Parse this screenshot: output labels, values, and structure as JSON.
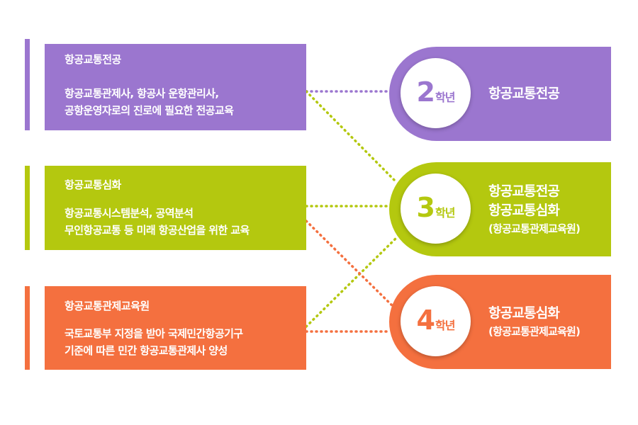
{
  "colors": {
    "purple": "#9b76cf",
    "green": "#b4c80f",
    "orange": "#f4703f"
  },
  "tracks": [
    {
      "title": "항공교통전공",
      "desc": [
        "항공교통관제사, 항공사 운항관리사,",
        "공항운영자로의 진로에 필요한 전공교육"
      ]
    },
    {
      "title": "항공교통심화",
      "desc": [
        "항공교통시스템분석, 공역분석",
        "무인항공교통 등 미래 항공산업을 위한 교육"
      ]
    },
    {
      "title": "항공교통관제교육원",
      "desc": [
        "국토교통부 지정을 받아 국제민간항공기구",
        "기준에 따른 민간 항공교통관제사 양성"
      ]
    }
  ],
  "years": [
    {
      "num": "2",
      "unit": "학년",
      "lines": [
        "항공교통전공"
      ],
      "sub": ""
    },
    {
      "num": "3",
      "unit": "학년",
      "lines": [
        "항공교통전공",
        "항공교통심화"
      ],
      "sub": "(항공교통관제교육원)"
    },
    {
      "num": "4",
      "unit": "학년",
      "lines": [
        "항공교통심화"
      ],
      "sub": "(항공교통관제교육원)"
    }
  ]
}
